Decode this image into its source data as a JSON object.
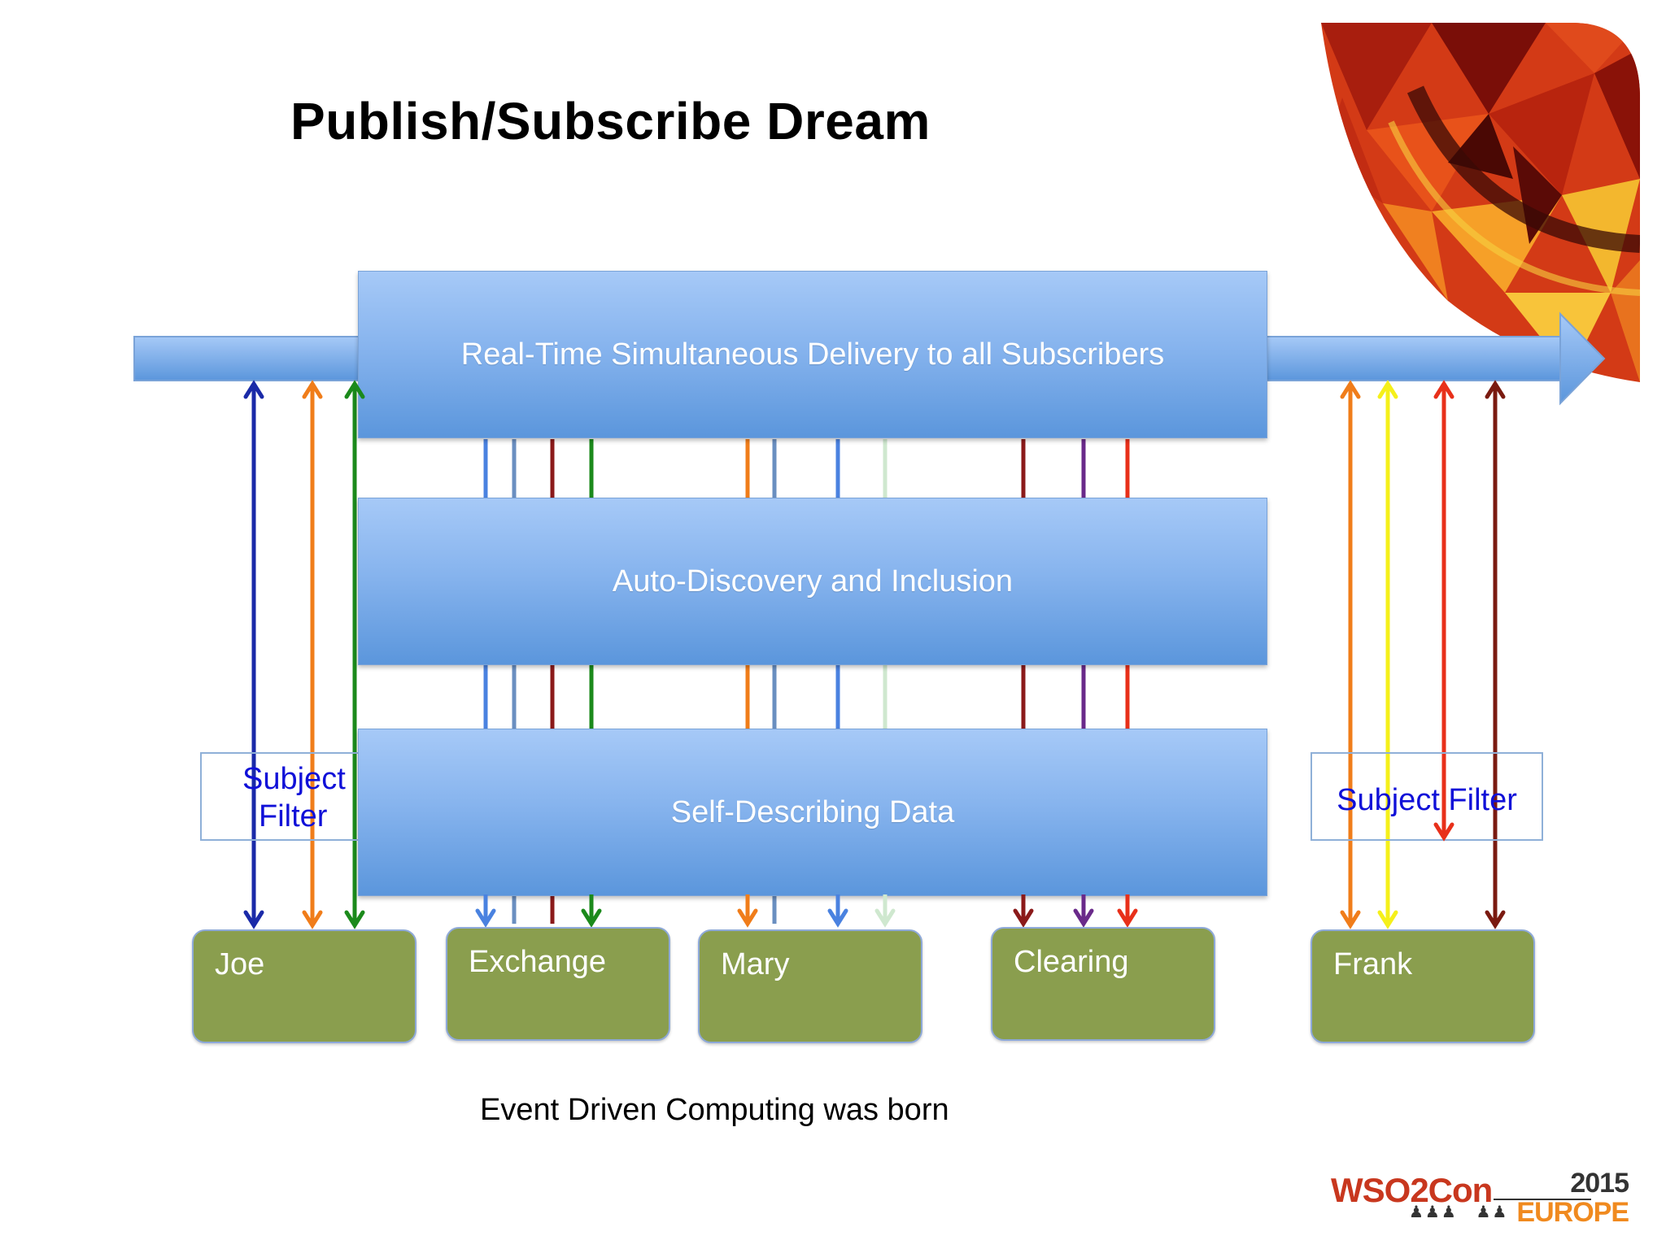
{
  "title": "Publish/Subscribe Dream",
  "layers": [
    {
      "label": "Real-Time Simultaneous Delivery to all Subscribers"
    },
    {
      "label": "Auto-Discovery and Inclusion"
    },
    {
      "label": "Self-Describing Data"
    }
  ],
  "filters": {
    "left": [
      "Subject",
      "Filter"
    ],
    "right": "Subject Filter"
  },
  "subscribers": [
    {
      "label": "Joe"
    },
    {
      "label": "Exchange"
    },
    {
      "label": "Mary"
    },
    {
      "label": "Clearing"
    },
    {
      "label": "Frank"
    }
  ],
  "caption": "Event Driven Computing was born",
  "logo": {
    "name": "WSO2Con",
    "year": "2015",
    "region": "EUROPE"
  },
  "colors": {
    "band": "#87b4ee",
    "node": "#8a9e4e",
    "filter_text": "#1010d8",
    "arrows": [
      "#1a2aa8",
      "#f07d1a",
      "#1b8a1b",
      "#4a82e0",
      "#6a8fc0",
      "#8b1a1a",
      "#cfe8cf",
      "#6a2a8a",
      "#e8301a",
      "#f5f01a",
      "#7a1a10"
    ]
  }
}
